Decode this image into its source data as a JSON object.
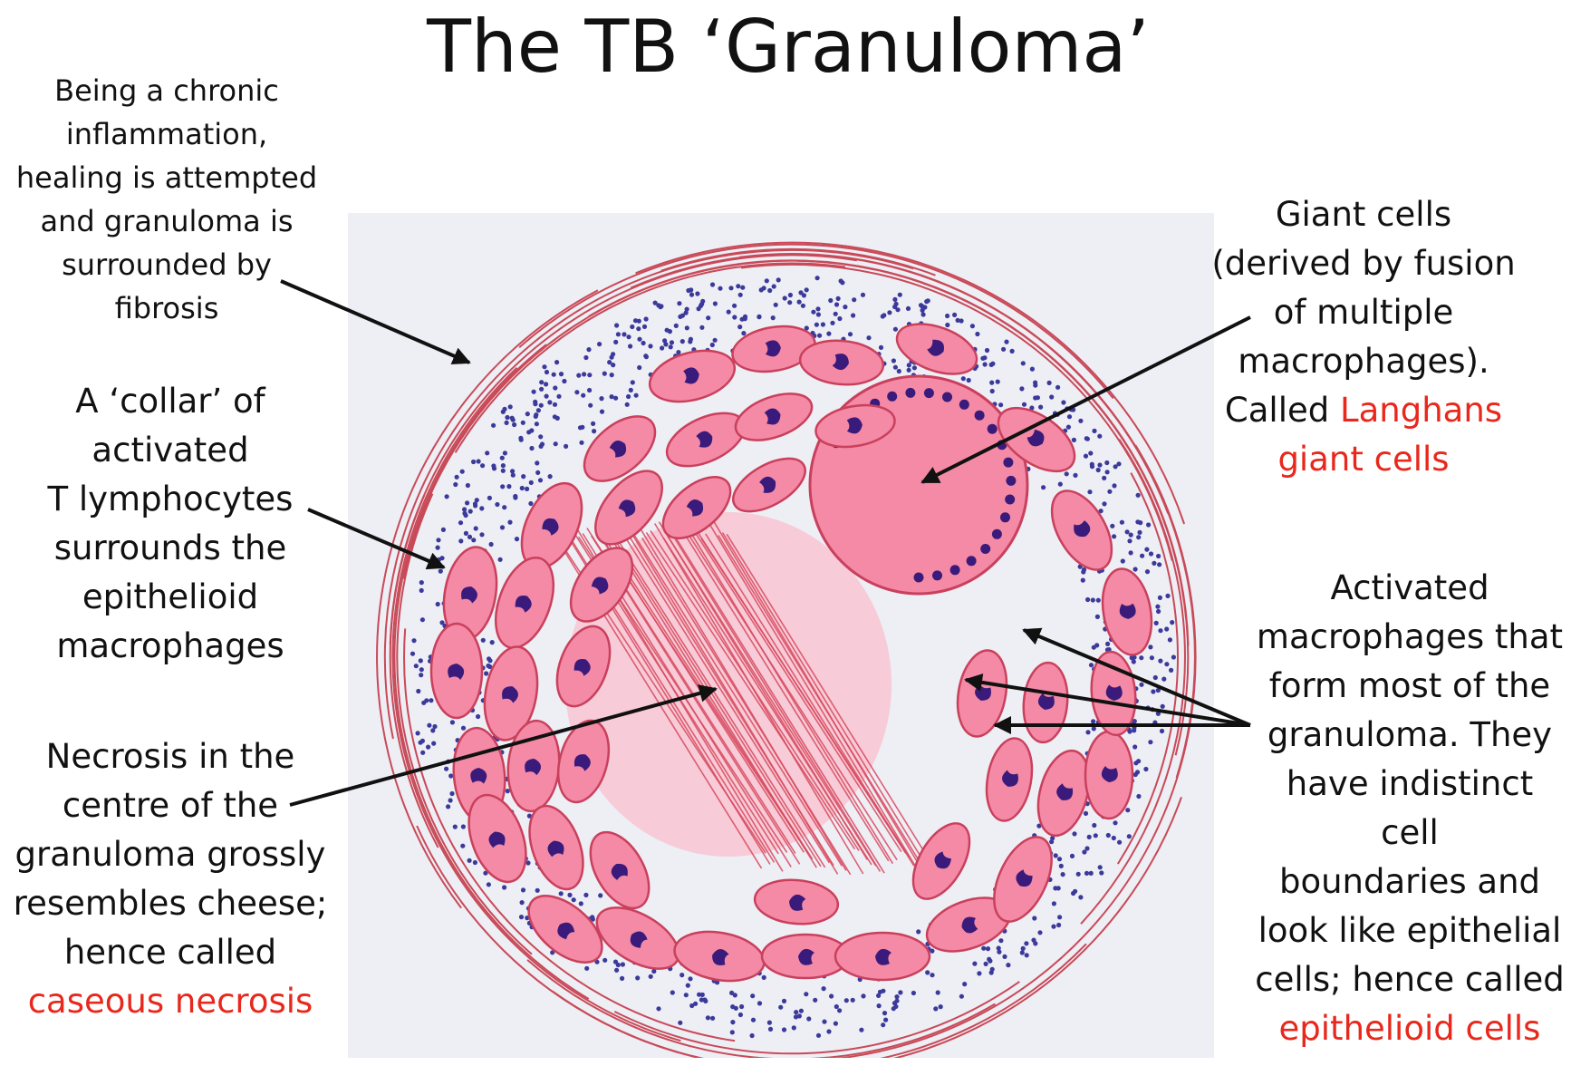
{
  "title": "The TB ‘Granuloma’",
  "colors": {
    "highlight": "#e8281c",
    "cell_fill": "#f48aa6",
    "cell_stroke": "#c9405c",
    "nucleus": "#3a1a7a",
    "lymphocyte": "#3b3a9a",
    "paper": "#eeeef5",
    "fibrosis": "#c84a58"
  },
  "labels": {
    "fibrosis": {
      "lines": [
        "Being a chronic",
        "inflammation,",
        "healing is attempted",
        "and granuloma is",
        "surrounded by",
        "fibrosis"
      ]
    },
    "collar": {
      "lines": [
        "A ‘collar’ of",
        "activated",
        "T lymphocytes",
        "surrounds the",
        "epithelioid",
        "macrophages"
      ]
    },
    "necrosis": {
      "lines": [
        "Necrosis in the",
        "centre of the",
        "granuloma grossly",
        "resembles cheese;",
        "hence called"
      ],
      "highlight": "caseous necrosis"
    },
    "giant": {
      "lines": [
        "Giant cells",
        "(derived by fusion",
        "of multiple",
        "macrophages)."
      ],
      "mixed_prefix": "Called ",
      "mixed_highlight": "Langhans",
      "highlight": "giant cells"
    },
    "activated": {
      "lines": [
        "Activated",
        "macrophages that",
        "form most of the",
        "granuloma. They",
        "have indistinct cell",
        "boundaries and",
        "look like epithelial",
        "cells; hence called"
      ],
      "highlight": "epithelioid cells"
    }
  }
}
